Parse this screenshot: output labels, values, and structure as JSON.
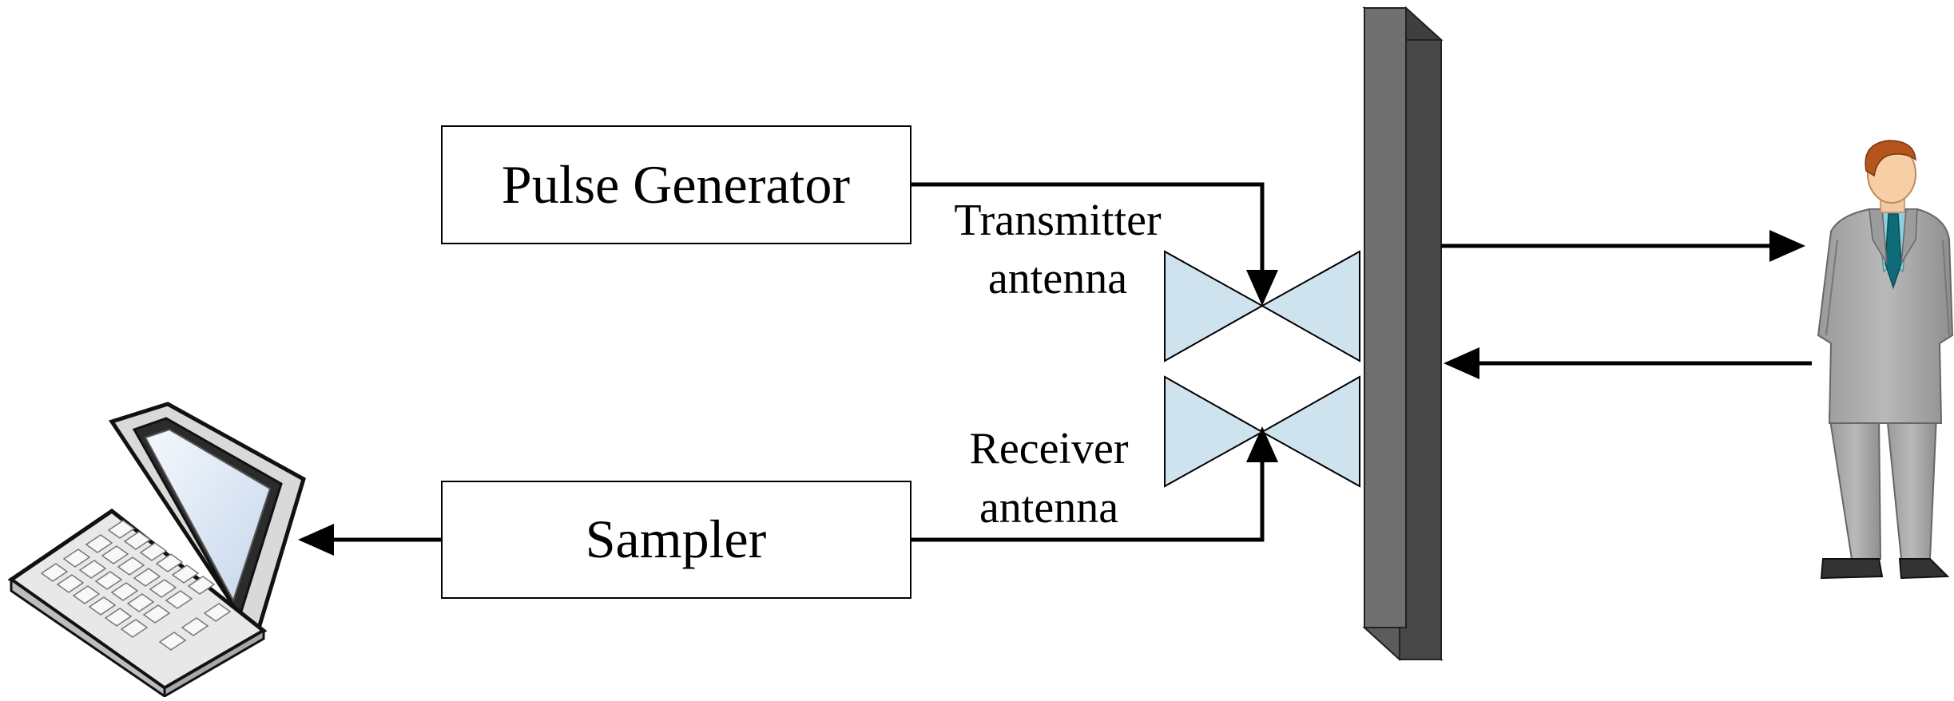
{
  "blocks": {
    "pulse_generator": "Pulse Generator",
    "sampler": "Sampler"
  },
  "labels": {
    "transmitter_line1": "Transmitter",
    "transmitter_line2": "antenna",
    "receiver_line1": "Receiver",
    "receiver_line2": "antenna"
  },
  "icons": {
    "laptop": "laptop-icon",
    "person": "person-icon",
    "wall": "wall-icon",
    "antenna": "bowtie-antenna-icon"
  },
  "colors": {
    "antenna_fill": "#cfe3ef",
    "wall_front": "#6e6e6e",
    "wall_side": "#3f3f3f",
    "suit": "#a9a9a9",
    "tie": "#0f6b78",
    "shirt": "#8fd0e0",
    "hair": "#b5541c",
    "screen": "#dbe8f6"
  }
}
